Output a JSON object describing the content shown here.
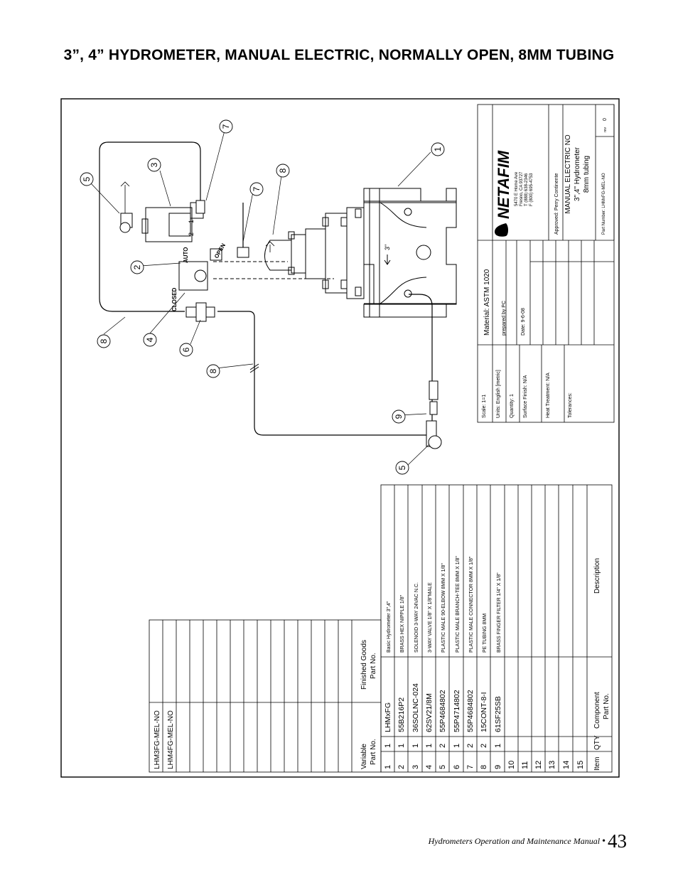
{
  "page": {
    "title": "3”, 4” HYDROMETER, MANUAL ELECTRIC, NORMALLY OPEN, 8MM TUBING",
    "footer_text": "Hydrometers Operation and Maintenance Manual",
    "page_number": "43"
  },
  "title_block": {
    "scale": "Scale: 1=1",
    "units": "Units: English [metric]",
    "quantity": "Quantity: 1",
    "surface_finish": "Surface Finish: N/A",
    "heat_treatment": "Heat Treatment: N/A",
    "tolerances": "Tolerances:",
    "material": "Material: ASTM 1020",
    "prepared_by": "prepared by PC",
    "date": "Date: 9-6-08",
    "logo": "NETAFIM",
    "address": [
      "5470 E Home Ave",
      "Fresno, CA 93727",
      "T (888) 638-2346",
      "F (800) 695-4753"
    ],
    "approved": "Approved: Perry Continente",
    "drawing_title": [
      "MANUAL ELECTRIC NO",
      "3\",4\" Hydrometer",
      "8mm tubing"
    ],
    "part_number": "Part Number: LHMxFG-MEL-NO",
    "rev_label": "rev",
    "rev_value": "0"
  },
  "labels": {
    "auto": "AUTO",
    "open": "OPEN",
    "closed": "CLOSED",
    "solenoid_left": "2",
    "solenoid_right": "1",
    "size_mark": "3\"",
    "balloons": [
      {
        "id": "1"
      },
      {
        "id": "2"
      },
      {
        "id": "3"
      },
      {
        "id": "4"
      },
      {
        "id": "5"
      },
      {
        "id": "5"
      },
      {
        "id": "6"
      },
      {
        "id": "7"
      },
      {
        "id": "7"
      },
      {
        "id": "8"
      },
      {
        "id": "8"
      },
      {
        "id": "8"
      },
      {
        "id": "9"
      }
    ]
  },
  "finished_goods": {
    "rows": [
      "LHM3FG-MEL-NO",
      "LHM4FG-MEL-NO"
    ]
  },
  "bom": {
    "headers": {
      "item": "Item",
      "qty": "QTY",
      "component": [
        "Component",
        "Part No."
      ],
      "variable": [
        "Variable",
        "Part No."
      ],
      "finished": [
        "Finished Goods",
        "Part No."
      ],
      "description": "Description"
    },
    "rows": [
      {
        "item": "1",
        "qty": "1",
        "part": "LHMxFG",
        "desc": "Basic Hydrometer 3\",4\""
      },
      {
        "item": "2",
        "qty": "1",
        "part": "55B216P2",
        "desc": "BRASS HEX NIPPLE 1/8\""
      },
      {
        "item": "3",
        "qty": "1",
        "part": "36SOLNC-024",
        "desc": "SOLENOID 3-WAY 24VAC N.C."
      },
      {
        "item": "4",
        "qty": "1",
        "part": "62SV21/8M",
        "desc": "3-WAY VALVE 1/8\" X 1/8\"MALE"
      },
      {
        "item": "5",
        "qty": "2",
        "part": "55P4684802",
        "desc": "PLASTIC MALE 90-ELBOW 8MM X 1/8\""
      },
      {
        "item": "6",
        "qty": "1",
        "part": "55P4714802",
        "desc": "PLASTIC MALE BRANCH-TEE 8MM X 1/8\""
      },
      {
        "item": "7",
        "qty": "2",
        "part": "55P4684802",
        "desc": "PLASTIC MALE CONNECTOR 8MM X 1/8\""
      },
      {
        "item": "8",
        "qty": "2",
        "part": "15CONT-8-I",
        "desc": "PE TUBING 8MM"
      },
      {
        "item": "9",
        "qty": "1",
        "part": "61SF25SB",
        "desc": "BRASS FINGER FILTER 1/4\" X 1/8\""
      },
      {
        "item": "10",
        "qty": "",
        "part": "",
        "desc": ""
      },
      {
        "item": "11",
        "qty": "",
        "part": "",
        "desc": ""
      },
      {
        "item": "12",
        "qty": "",
        "part": "",
        "desc": ""
      },
      {
        "item": "13",
        "qty": "",
        "part": "",
        "desc": ""
      },
      {
        "item": "14",
        "qty": "",
        "part": "",
        "desc": ""
      },
      {
        "item": "15",
        "qty": "",
        "part": "",
        "desc": ""
      }
    ]
  }
}
